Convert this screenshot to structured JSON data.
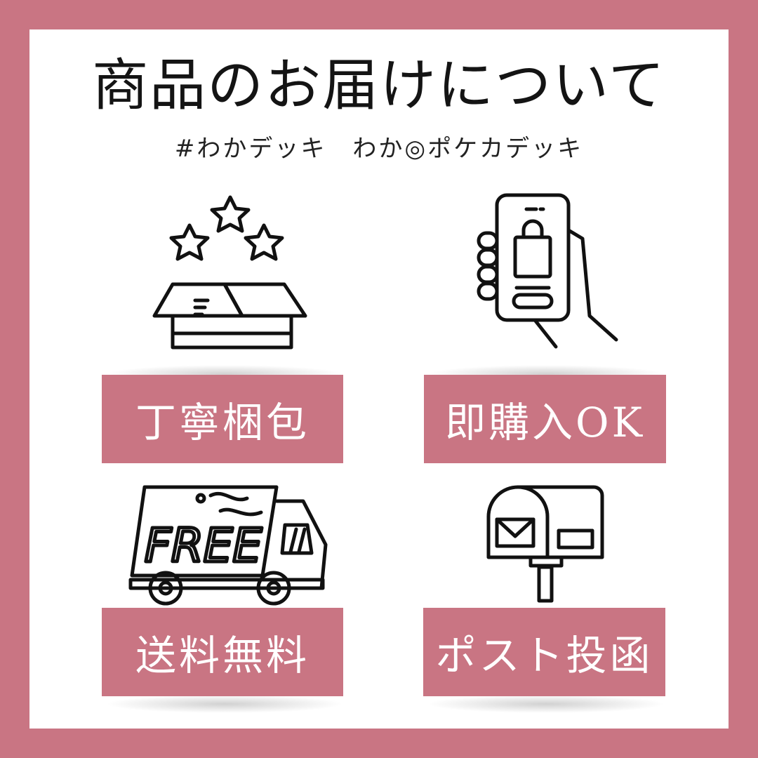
{
  "title": "商品のお届けについて",
  "subtitle": "#わかデッキ　わか◎ポケカデッキ",
  "features": [
    {
      "label": "丁寧梱包",
      "icon": "box-with-stars-icon"
    },
    {
      "label": "即購入OK",
      "icon": "phone-shopping-icon"
    },
    {
      "label": "送料無料",
      "icon": "free-shipping-truck-icon"
    },
    {
      "label": "ポスト投函",
      "icon": "mailbox-icon"
    }
  ],
  "truck_text": "FREE",
  "colors": {
    "accent": "#c97583",
    "background": "#ffffff",
    "ink": "#111111"
  }
}
